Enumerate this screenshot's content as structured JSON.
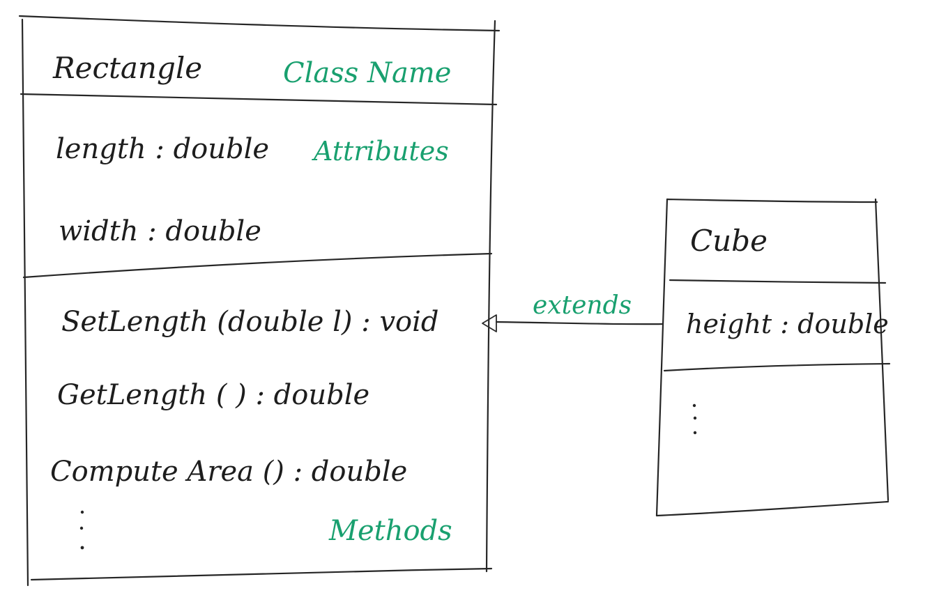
{
  "rectangle_class": {
    "name": "Rectangle",
    "attributes": [
      "length : double",
      "width : double"
    ],
    "methods": [
      "SetLength (double  l) : void",
      "GetLength ( ) : double",
      "Compute Area () : double"
    ],
    "more_methods": ":"
  },
  "cube_class": {
    "name": "Cube",
    "attributes": [
      "height : double"
    ],
    "more": ":"
  },
  "annotations": {
    "class_name": "Class Name",
    "attributes": "Attributes",
    "methods": "Methods"
  },
  "relationship": {
    "label": "extends"
  },
  "colors": {
    "ink": "#262626",
    "annotation": "#19a06f"
  }
}
